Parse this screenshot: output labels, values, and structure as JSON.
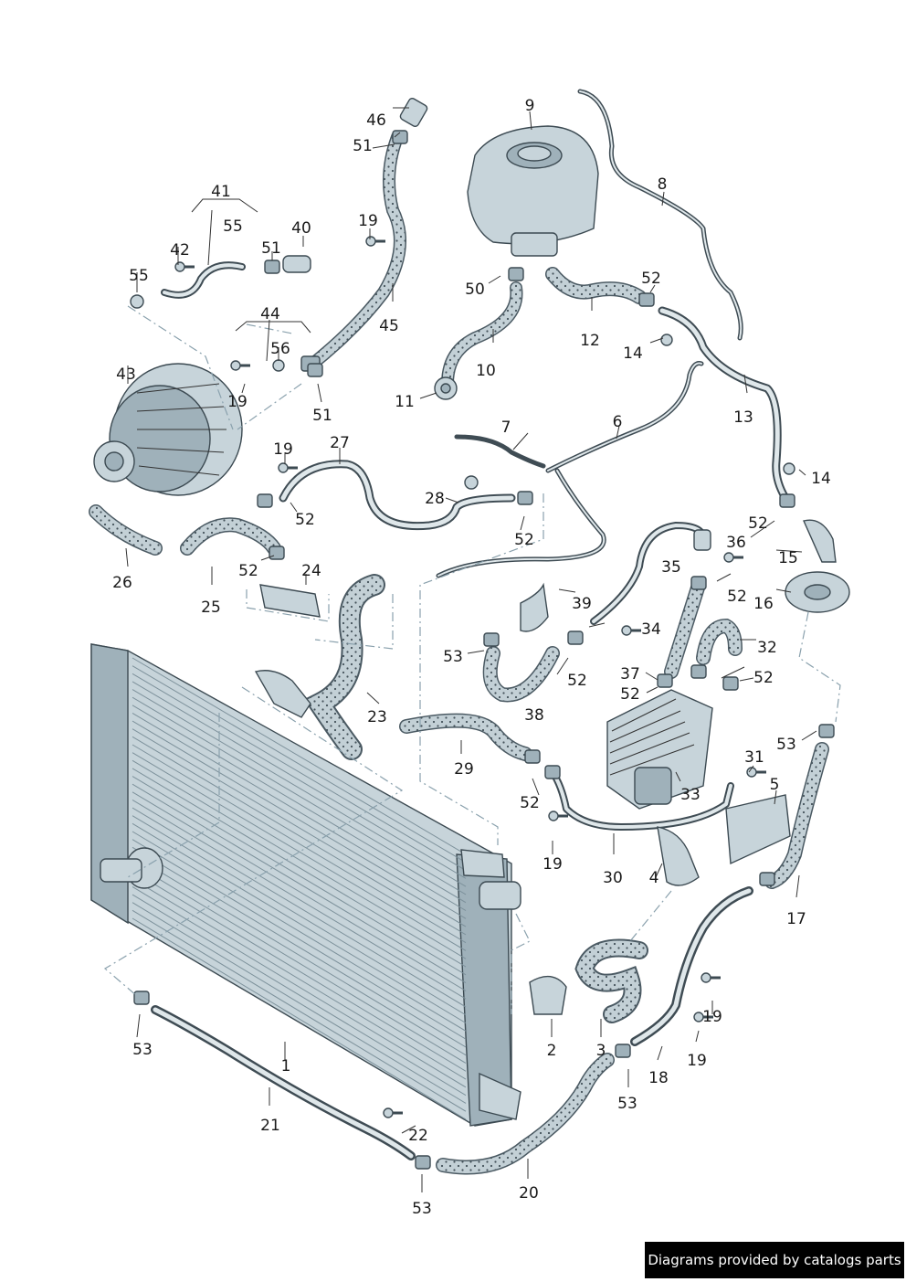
{
  "labels": [
    {
      "id": "l1",
      "text": "1"
    },
    {
      "id": "l2",
      "text": "2"
    },
    {
      "id": "l3",
      "text": "3"
    },
    {
      "id": "l4",
      "text": "4"
    },
    {
      "id": "l5",
      "text": "5"
    },
    {
      "id": "l6",
      "text": "6"
    },
    {
      "id": "l7",
      "text": "7"
    },
    {
      "id": "l8",
      "text": "8"
    },
    {
      "id": "l9",
      "text": "9"
    },
    {
      "id": "l10",
      "text": "10"
    },
    {
      "id": "l11",
      "text": "11"
    },
    {
      "id": "l12",
      "text": "12"
    },
    {
      "id": "l13",
      "text": "13"
    },
    {
      "id": "l14a",
      "text": "14"
    },
    {
      "id": "l14b",
      "text": "14"
    },
    {
      "id": "l15",
      "text": "15"
    },
    {
      "id": "l16",
      "text": "16"
    },
    {
      "id": "l17",
      "text": "17"
    },
    {
      "id": "l18",
      "text": "18"
    },
    {
      "id": "l19a",
      "text": "19"
    },
    {
      "id": "l19b",
      "text": "19"
    },
    {
      "id": "l19c",
      "text": "19"
    },
    {
      "id": "l19d",
      "text": "19"
    },
    {
      "id": "l19e",
      "text": "19"
    },
    {
      "id": "l19f",
      "text": "19"
    },
    {
      "id": "l20",
      "text": "20"
    },
    {
      "id": "l21",
      "text": "21"
    },
    {
      "id": "l22",
      "text": "22"
    },
    {
      "id": "l23",
      "text": "23"
    },
    {
      "id": "l24",
      "text": "24"
    },
    {
      "id": "l25",
      "text": "25"
    },
    {
      "id": "l26",
      "text": "26"
    },
    {
      "id": "l27",
      "text": "27"
    },
    {
      "id": "l28",
      "text": "28"
    },
    {
      "id": "l29",
      "text": "29"
    },
    {
      "id": "l30",
      "text": "30"
    },
    {
      "id": "l31",
      "text": "31"
    },
    {
      "id": "l32",
      "text": "32"
    },
    {
      "id": "l33",
      "text": "33"
    },
    {
      "id": "l34",
      "text": "34"
    },
    {
      "id": "l35",
      "text": "35"
    },
    {
      "id": "l36",
      "text": "36"
    },
    {
      "id": "l37",
      "text": "37"
    },
    {
      "id": "l38",
      "text": "38"
    },
    {
      "id": "l39",
      "text": "39"
    },
    {
      "id": "l40",
      "text": "40"
    },
    {
      "id": "l41",
      "text": "41"
    },
    {
      "id": "l42",
      "text": "42"
    },
    {
      "id": "l43",
      "text": "43"
    },
    {
      "id": "l44",
      "text": "44"
    },
    {
      "id": "l45",
      "text": "45"
    },
    {
      "id": "l46",
      "text": "46"
    },
    {
      "id": "l50",
      "text": "50"
    },
    {
      "id": "l51a",
      "text": "51"
    },
    {
      "id": "l51b",
      "text": "51"
    },
    {
      "id": "l51c",
      "text": "51"
    },
    {
      "id": "l52a",
      "text": "52"
    },
    {
      "id": "l52b",
      "text": "52"
    },
    {
      "id": "l52c",
      "text": "52"
    },
    {
      "id": "l52d",
      "text": "52"
    },
    {
      "id": "l52e",
      "text": "52"
    },
    {
      "id": "l52f",
      "text": "52"
    },
    {
      "id": "l52g",
      "text": "52"
    },
    {
      "id": "l52h",
      "text": "52"
    },
    {
      "id": "l52i",
      "text": "52"
    },
    {
      "id": "l52j",
      "text": "52"
    },
    {
      "id": "l53a",
      "text": "53"
    },
    {
      "id": "l53b",
      "text": "53"
    },
    {
      "id": "l53c",
      "text": "53"
    },
    {
      "id": "l53d",
      "text": "53"
    },
    {
      "id": "l53e",
      "text": "53"
    },
    {
      "id": "l55a",
      "text": "55"
    },
    {
      "id": "l55b",
      "text": "55"
    },
    {
      "id": "l56",
      "text": "56"
    }
  ],
  "credit": "Diagrams provided by catalogs parts"
}
